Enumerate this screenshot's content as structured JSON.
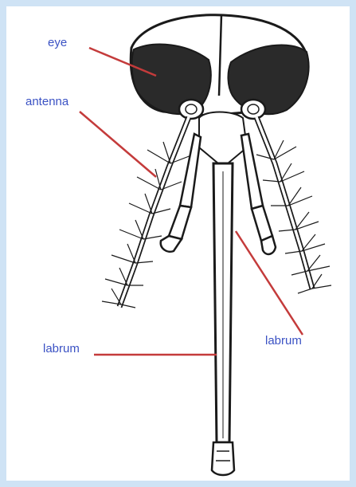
{
  "labels": {
    "eye": "eye",
    "antenna": "antenna",
    "labrum_left": "labrum",
    "labrum_right": "labrum"
  },
  "colors": {
    "frame": "#cfe3f5",
    "label_text": "#3b52c4",
    "leader_line": "#c43b3b",
    "ink": "#1a1a1a",
    "eye_fill": "#2a2a2a"
  }
}
